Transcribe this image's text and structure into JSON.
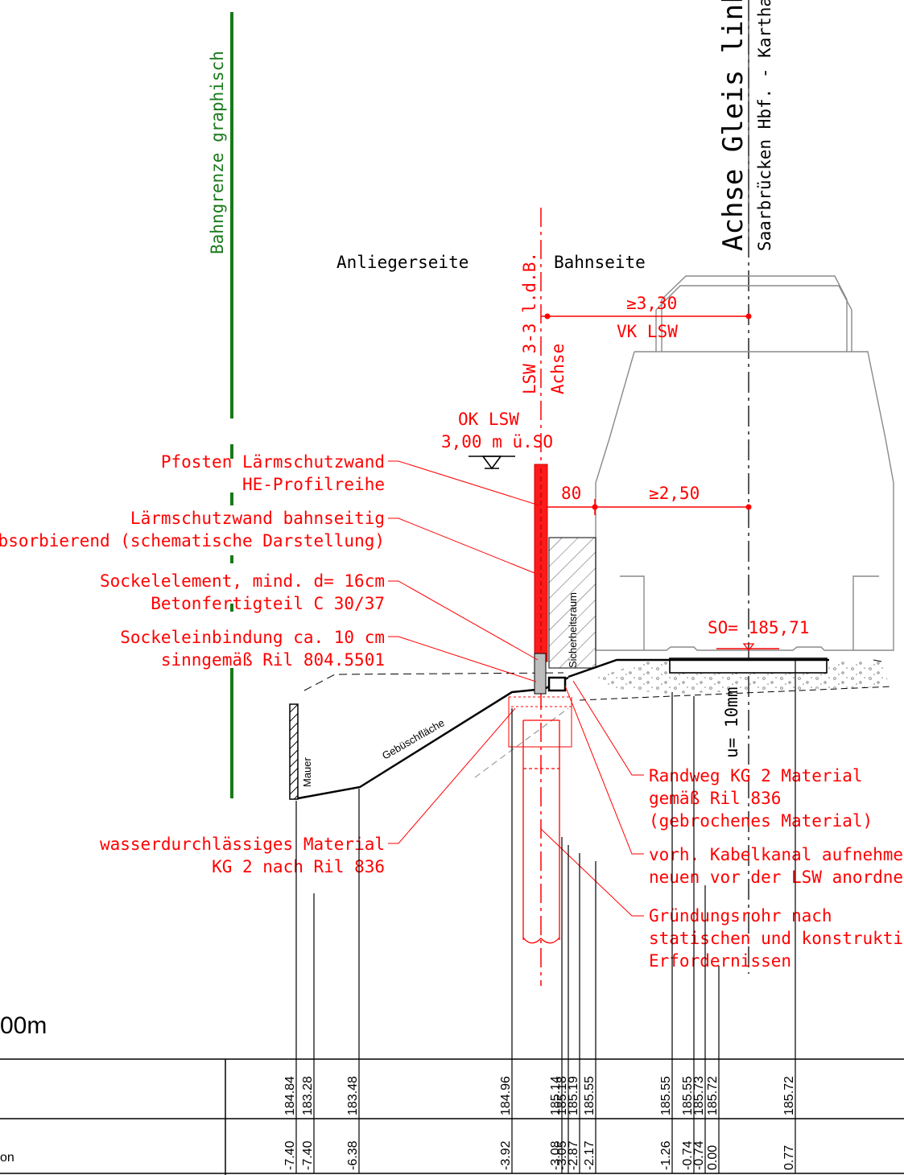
{
  "labels": {
    "bahngrenze": "Bahngrenze graphisch",
    "anliegerseite": "Anliegerseite",
    "bahnseite": "Bahnseite",
    "achse_gleis": "Achse Gleis links",
    "strecke": "Saarbrücken Hbf. - Karthaus",
    "lsw_axis": "LSW 3-3 l.d.B.",
    "achse": "Achse",
    "dim_330": "≥3,30",
    "vk_lsw": "VK LSW",
    "ok_lsw_1": "OK LSW",
    "ok_lsw_2": "3,00 m ü.SO",
    "dim_80": "80",
    "dim_250": "≥2,50",
    "so_level": "SO= 185,71",
    "sicherheitsraum": "Sicherheitsraum",
    "u_10mm": "u= 10mm",
    "gebuesch": "Gebüschfläche",
    "mauer": "Mauer",
    "scale": "00m",
    "row_label": "on"
  },
  "callouts_left": [
    {
      "l1": "Pfosten Lärmschutzwand",
      "l2": "HE-Profilreihe"
    },
    {
      "l1": "Lärmschutzwand bahnseitig",
      "l2": "hochabsorbierend (schematische Darstellung)"
    },
    {
      "l1": "Sockelelement, mind. d= 16cm",
      "l2": "Betonfertigteil C 30/37"
    },
    {
      "l1": "Sockeleinbindung ca. 10 cm",
      "l2": "sinngemäß Ril 804.5501"
    },
    {
      "l1": "wasserdurchlässiges Material",
      "l2": "KG 2 nach Ril 836"
    }
  ],
  "callouts_right": [
    {
      "l1": "Randweg KG 2 Material",
      "l2": "gemäß Ril 836",
      "l3": "(gebrochenes Material)"
    },
    {
      "l1": "vorh. Kabelkanal aufnehmen u",
      "l2": "neuen vor der LSW anordnen",
      "l3": ""
    },
    {
      "l1": "Gründungsrohr nach",
      "l2": "statischen und konstruktiven",
      "l3": "Erfordernissen"
    }
  ],
  "table": {
    "heights": [
      "184.84",
      "183.28",
      "183.48",
      "184.96",
      "185.14",
      "185.18",
      "185.19",
      "185.55",
      "185.55",
      "185.55",
      "185.73",
      "185.72",
      "185.72"
    ],
    "distances": [
      "-7.40",
      "-7.40",
      "-6.38",
      "-3.92",
      "-3.08",
      "-3.05",
      "-2.87",
      "-2.17",
      "-1.26",
      "-0.74",
      "-0.74",
      "0.00",
      "0.77"
    ]
  },
  "colors": {
    "red": "#ff0000",
    "green": "#1a7a1a",
    "grey": "#8a8a8a",
    "black": "#000000"
  }
}
